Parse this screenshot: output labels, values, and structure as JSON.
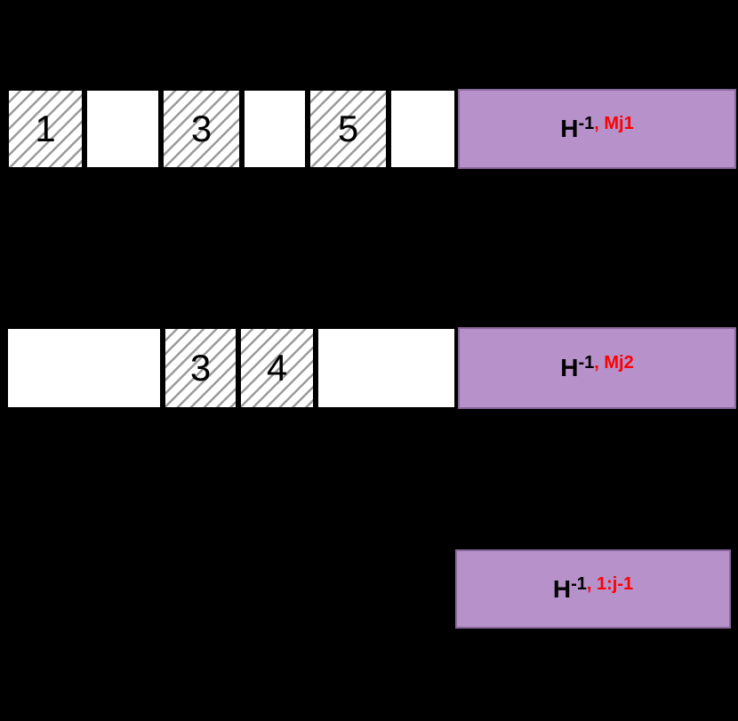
{
  "diagram": {
    "rows": [
      {
        "name": "bucket-row-Mj1",
        "cells": [
          {
            "value": "1",
            "hatched": true
          },
          {
            "value": "",
            "hatched": false
          },
          {
            "value": "3",
            "hatched": true
          },
          {
            "value": "",
            "hatched": false
          },
          {
            "value": "5",
            "hatched": true
          },
          {
            "value": "",
            "hatched": false
          }
        ],
        "label": {
          "base": "H",
          "sup_exp": "-1",
          "sup_red": ", Mj1"
        }
      },
      {
        "name": "bucket-row-Mj2",
        "cells": [
          {
            "value": "",
            "hatched": false
          },
          {
            "value": "3",
            "hatched": true
          },
          {
            "value": "4",
            "hatched": true
          },
          {
            "value": "",
            "hatched": false
          }
        ],
        "label": {
          "base": "H",
          "sup_exp": "-1",
          "sup_red": ", Mj2"
        }
      }
    ],
    "footer_box": {
      "label": {
        "base": "H",
        "sup_exp": "-1",
        "sup_red": ", 1:j-1"
      }
    },
    "colors": {
      "background": "#000000",
      "cell_fill": "#ffffff",
      "cell_border": "#000000",
      "hatch_line": "#9b9b9b",
      "number_text": "#000000",
      "purple_fill": "#b691ca",
      "purple_border": "#8a699d",
      "label_black": "#000000",
      "label_red": "#ff0000"
    }
  }
}
